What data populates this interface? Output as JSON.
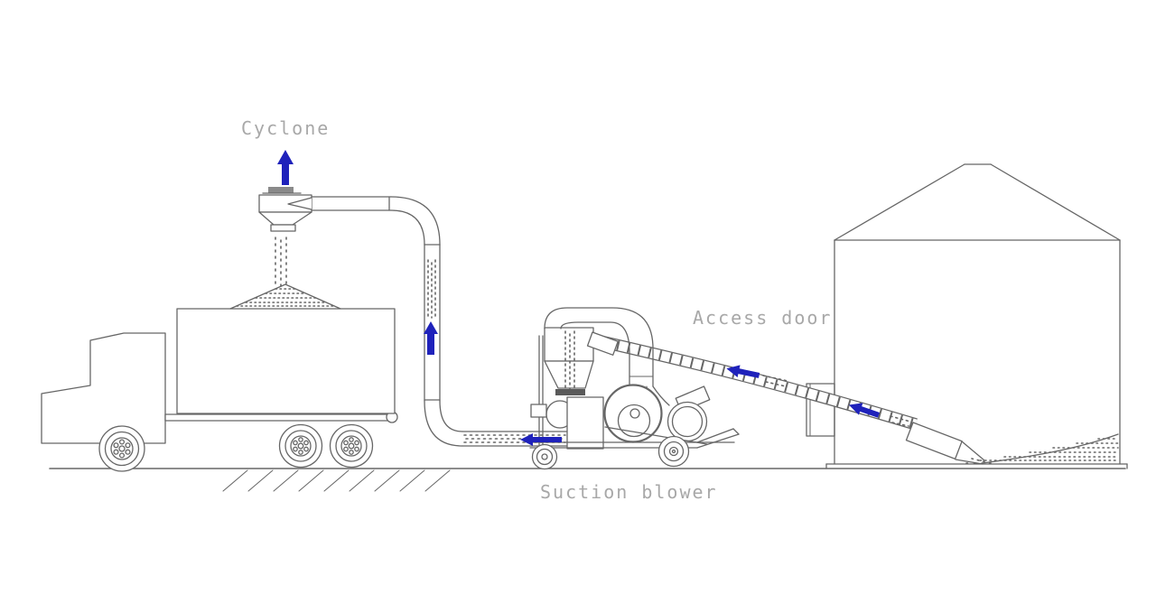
{
  "labels": {
    "cyclone": "Cyclone",
    "access_door": "Access door",
    "suction_blower": "Suction blower"
  },
  "colors": {
    "line": "#666666",
    "label": "#a8a8a8",
    "arrow": "#1f22bb",
    "background": "#ffffff"
  },
  "components": [
    "truck with grain load",
    "cyclone separator",
    "riser discharge pipe",
    "suction blower unit",
    "flexible suction hose",
    "grain silo",
    "access door",
    "suction nozzle",
    "grain pile"
  ],
  "flow_arrows": [
    {
      "name": "cyclone-exhaust-arrow",
      "direction": "up"
    },
    {
      "name": "riser-pipe-arrow",
      "direction": "up"
    },
    {
      "name": "blower-discharge-arrow",
      "direction": "left"
    },
    {
      "name": "hose-flow-arrow-outer",
      "direction": "up-left"
    },
    {
      "name": "hose-flow-arrow-inner",
      "direction": "up-left"
    }
  ]
}
